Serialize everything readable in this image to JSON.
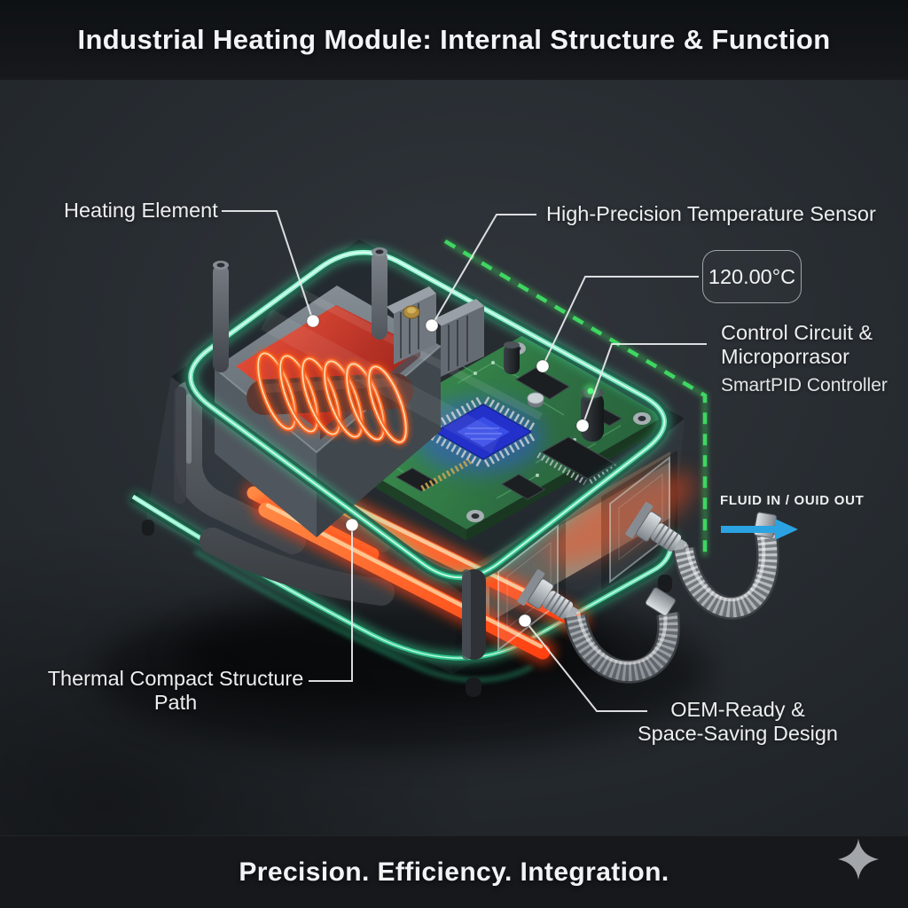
{
  "header": {
    "title": "Industrial Heating Module: Internal Structure & Function"
  },
  "callouts": {
    "heating_element": {
      "label": "Heating Element"
    },
    "temperature_sensor": {
      "label": "High-Precision Temperature Sensor"
    },
    "temperature_readout": {
      "value": "120.00°C"
    },
    "control_circuit": {
      "line1": "Control Circuit &",
      "line2": "Microporrasor",
      "line3": "SmartPID Controller"
    },
    "fluid_flow": {
      "label": "FLUID IN / OUID OUT",
      "arrow_icon": "right-arrow",
      "arrow_color": "#2ba3e2"
    },
    "thermal_path": {
      "line1": "Thermal Compact Structure",
      "line2": "Path"
    },
    "oem_design": {
      "line1": "OEM-Ready &",
      "line2": "Space-Saving Design"
    }
  },
  "footer": {
    "tagline": "Precision. Efficiency. Integration.",
    "sparkle_icon": "four-point-sparkle"
  },
  "colors": {
    "background": "#262b30",
    "band": "#14171a",
    "text": "#eceeef",
    "accent_mint": "#4ee0a8",
    "dashed_green": "#3fd661",
    "arrow_blue": "#2ba3e2",
    "heat_red": "#c22a1e",
    "coil_orange": "#ff5f16",
    "pcb_green": "#2e7a3c",
    "chip_blue": "#2230cf"
  }
}
